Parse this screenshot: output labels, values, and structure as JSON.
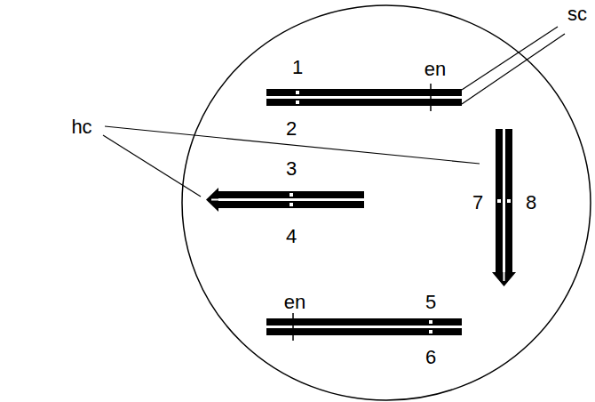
{
  "diagram": {
    "labels": [
      "sc",
      "hc",
      "1",
      "en",
      "2",
      "3",
      "7",
      "8",
      "4",
      "en",
      "5",
      "6"
    ]
  }
}
